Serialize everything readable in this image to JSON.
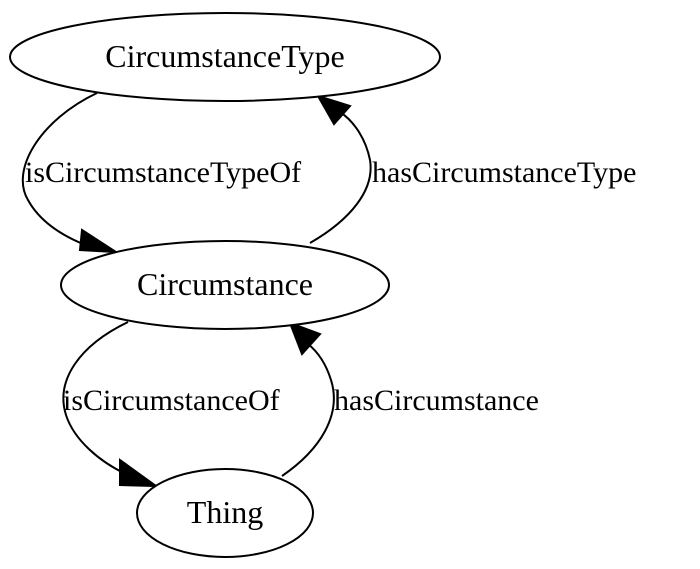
{
  "diagram": {
    "nodes": {
      "circumstance_type": "CircumstanceType",
      "circumstance": "Circumstance",
      "thing": "Thing"
    },
    "edges": {
      "is_circumstance_type_of": "isCircumstanceTypeOf",
      "has_circumstance_type": "hasCircumstanceType",
      "is_circumstance_of": "isCircumstanceOf",
      "has_circumstance": "hasCircumstance"
    },
    "colors": {
      "stroke": "#000000",
      "background": "#ffffff"
    }
  }
}
